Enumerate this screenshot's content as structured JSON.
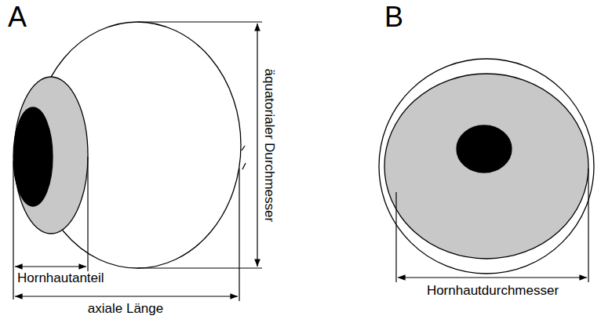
{
  "diagram": {
    "labels": [
      "A",
      "B",
      "Hornhautanteil",
      "axiale Länge",
      "äquatorialer Durchmesser",
      "Hornhautdurchmesser"
    ]
  }
}
